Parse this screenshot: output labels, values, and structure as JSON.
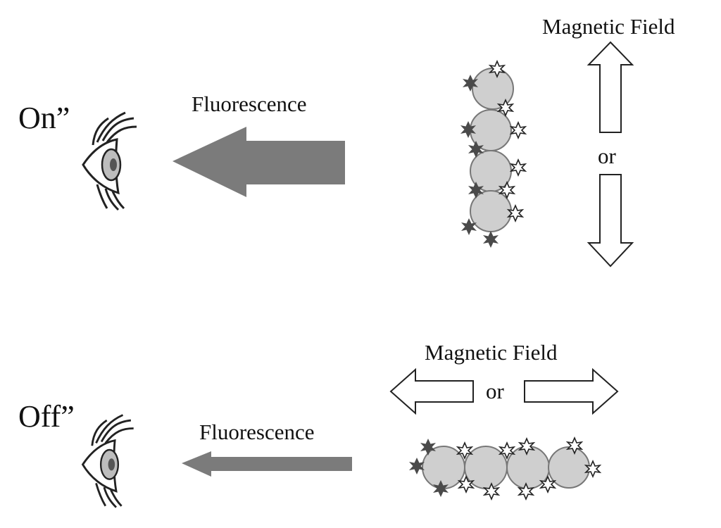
{
  "top_panel": {
    "state_label": "On”",
    "fluorescence_label": "Fluorescence",
    "field_label": "Magnetic Field",
    "or_label": "or"
  },
  "bottom_panel": {
    "state_label": "Off”",
    "fluorescence_label": "Fluorescence",
    "field_label": "Magnetic Field",
    "or_label": "or"
  },
  "colors": {
    "fluorescence_arrow": "#7b7b7b",
    "particle_fill": "#cfcfcf",
    "particle_stroke": "#777777",
    "dark_star": "#4a4a4a",
    "outline": "#222222"
  }
}
